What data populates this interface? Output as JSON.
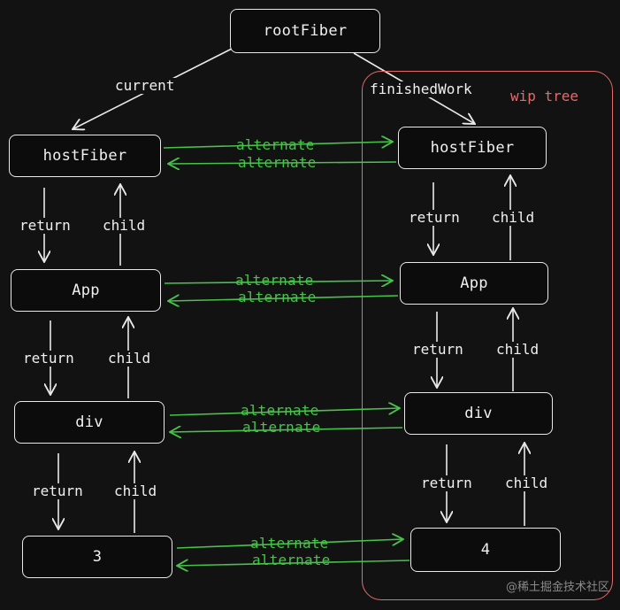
{
  "root": {
    "label": "rootFiber"
  },
  "edges": {
    "current": "current",
    "finished": "finishedWork",
    "return": "return",
    "child": "child",
    "alternate": "alternate"
  },
  "current_tree": [
    "hostFiber",
    "App",
    "div",
    "3"
  ],
  "wip_tree": {
    "title": "wip tree",
    "nodes": [
      "hostFiber",
      "App",
      "div",
      "4"
    ]
  },
  "watermark": "@稀土掘金技术社区",
  "colors": {
    "background": "#121212",
    "box_stroke": "#e9e9e9",
    "alternate": "#47c24a",
    "wip_frame": "#e56b6b"
  }
}
